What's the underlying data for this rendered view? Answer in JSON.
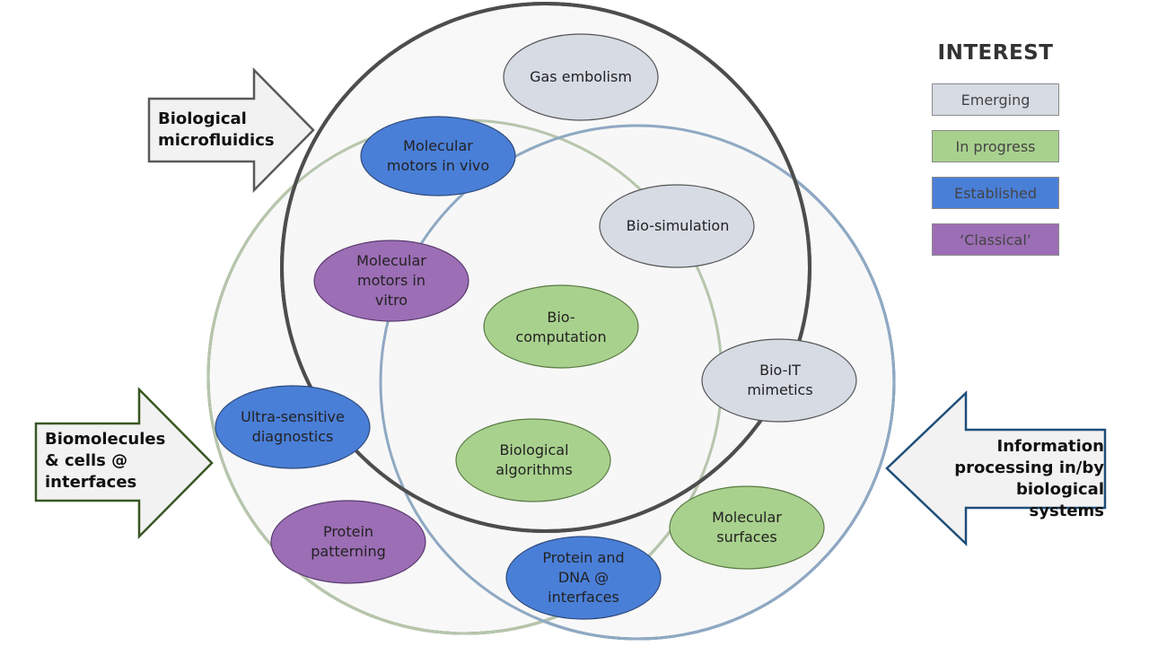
{
  "colors": {
    "emerging": "#d6dbe4",
    "in_progress": "#a9d18e",
    "established": "#4a7fd8",
    "classical": "#9c6eb5",
    "ring_grey": "#555555",
    "ring_green": "#6f8a5e",
    "ring_blue": "#3f6e93"
  },
  "arrows": {
    "biological_microfluidics": "Biological microfluidics",
    "biomolecules": "Biomolecules & cells @ interfaces",
    "information": "Information processing in/by biological systems"
  },
  "topics": {
    "gas_embolism": "Gas embolism",
    "motors_in_vivo": "Molecular motors in vivo",
    "bio_simulation": "Bio-simulation",
    "motors_in_vitro": "Molecular motors in vitro",
    "bio_computation": "Bio-computation",
    "bio_it": "Bio-IT mimetics",
    "ultra_sensitive": "Ultra-sensitive diagnostics",
    "bio_algorithms": "Biological algorithms",
    "molecular_surfaces": "Molecular surfaces",
    "protein_patterning": "Protein patterning",
    "protein_dna": "Protein and DNA @ interfaces"
  },
  "legend": {
    "title": "INTEREST",
    "emerging": "Emerging",
    "in_progress": "In progress",
    "established": "Established",
    "classical": "‘Classical’"
  }
}
